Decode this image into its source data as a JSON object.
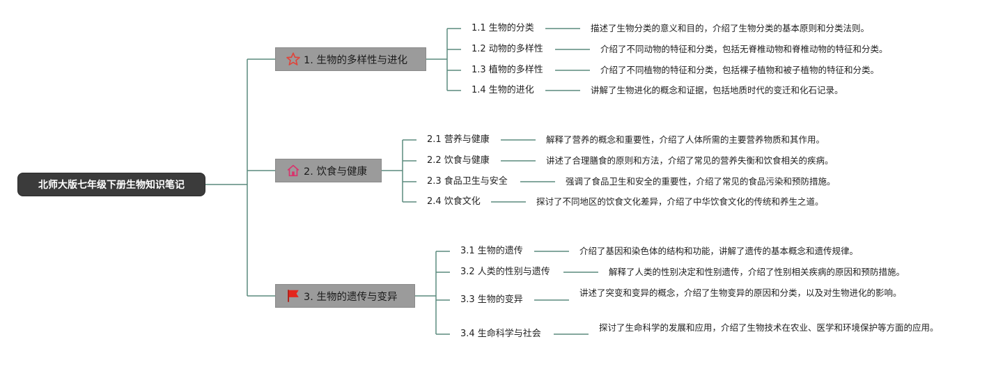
{
  "root": {
    "title": "北师大版七年级下册生物知识笔记"
  },
  "colors": {
    "line": "#5a8a7d",
    "root_bg": "#3b3b3b",
    "branch_bg": "#9b9b9b",
    "star": "#e0443a",
    "home": "#d9336c",
    "flag": "#e3261c"
  },
  "branches": [
    {
      "title": "1. 生物的多样性与进化",
      "icon": "star-icon",
      "items": [
        {
          "label": "1.1 生物的分类",
          "desc": "描述了生物分类的意义和目的，介绍了生物分类的基本原则和分类法则。"
        },
        {
          "label": "1.2 动物的多样性",
          "desc": "介绍了不同动物的特征和分类，包括无脊椎动物和脊椎动物的特征和分类。"
        },
        {
          "label": "1.3 植物的多样性",
          "desc": "介绍了不同植物的特征和分类，包括裸子植物和被子植物的特征和分类。"
        },
        {
          "label": "1.4 生物的进化",
          "desc": "讲解了生物进化的概念和证据，包括地质时代的变迁和化石记录。"
        }
      ]
    },
    {
      "title": "2. 饮食与健康",
      "icon": "home-icon",
      "items": [
        {
          "label": "2.1 营养与健康",
          "desc": "解释了营养的概念和重要性，介绍了人体所需的主要营养物质和其作用。"
        },
        {
          "label": "2.2 饮食与健康",
          "desc": "讲述了合理膳食的原则和方法，介绍了常见的营养失衡和饮食相关的疾病。"
        },
        {
          "label": "2.3 食品卫生与安全",
          "desc": "强调了食品卫生和安全的重要性，介绍了常见的食品污染和预防措施。"
        },
        {
          "label": "2.4 饮食文化",
          "desc": "探讨了不同地区的饮食文化差异，介绍了中华饮食文化的传统和养生之道。"
        }
      ]
    },
    {
      "title": "3. 生物的遗传与变异",
      "icon": "flag-icon",
      "items": [
        {
          "label": "3.1 生物的遗传",
          "desc": "介绍了基因和染色体的结构和功能，讲解了遗传的基本概念和遗传规律。"
        },
        {
          "label": "3.2 人类的性别与遗传",
          "desc": "解释了人类的性别决定和性别遗传，介绍了性别相关疾病的原因和预防措施。"
        },
        {
          "label": "3.3 生物的变异",
          "desc": "讲述了突变和变异的概念，介绍了生物变异的原因和分类，以及对生物进化的影响。"
        },
        {
          "label": "3.4 生命科学与社会",
          "desc": "探讨了生命科学的发展和应用，介绍了生物技术在农业、医学和环境保护等方面的应用。"
        }
      ]
    }
  ]
}
